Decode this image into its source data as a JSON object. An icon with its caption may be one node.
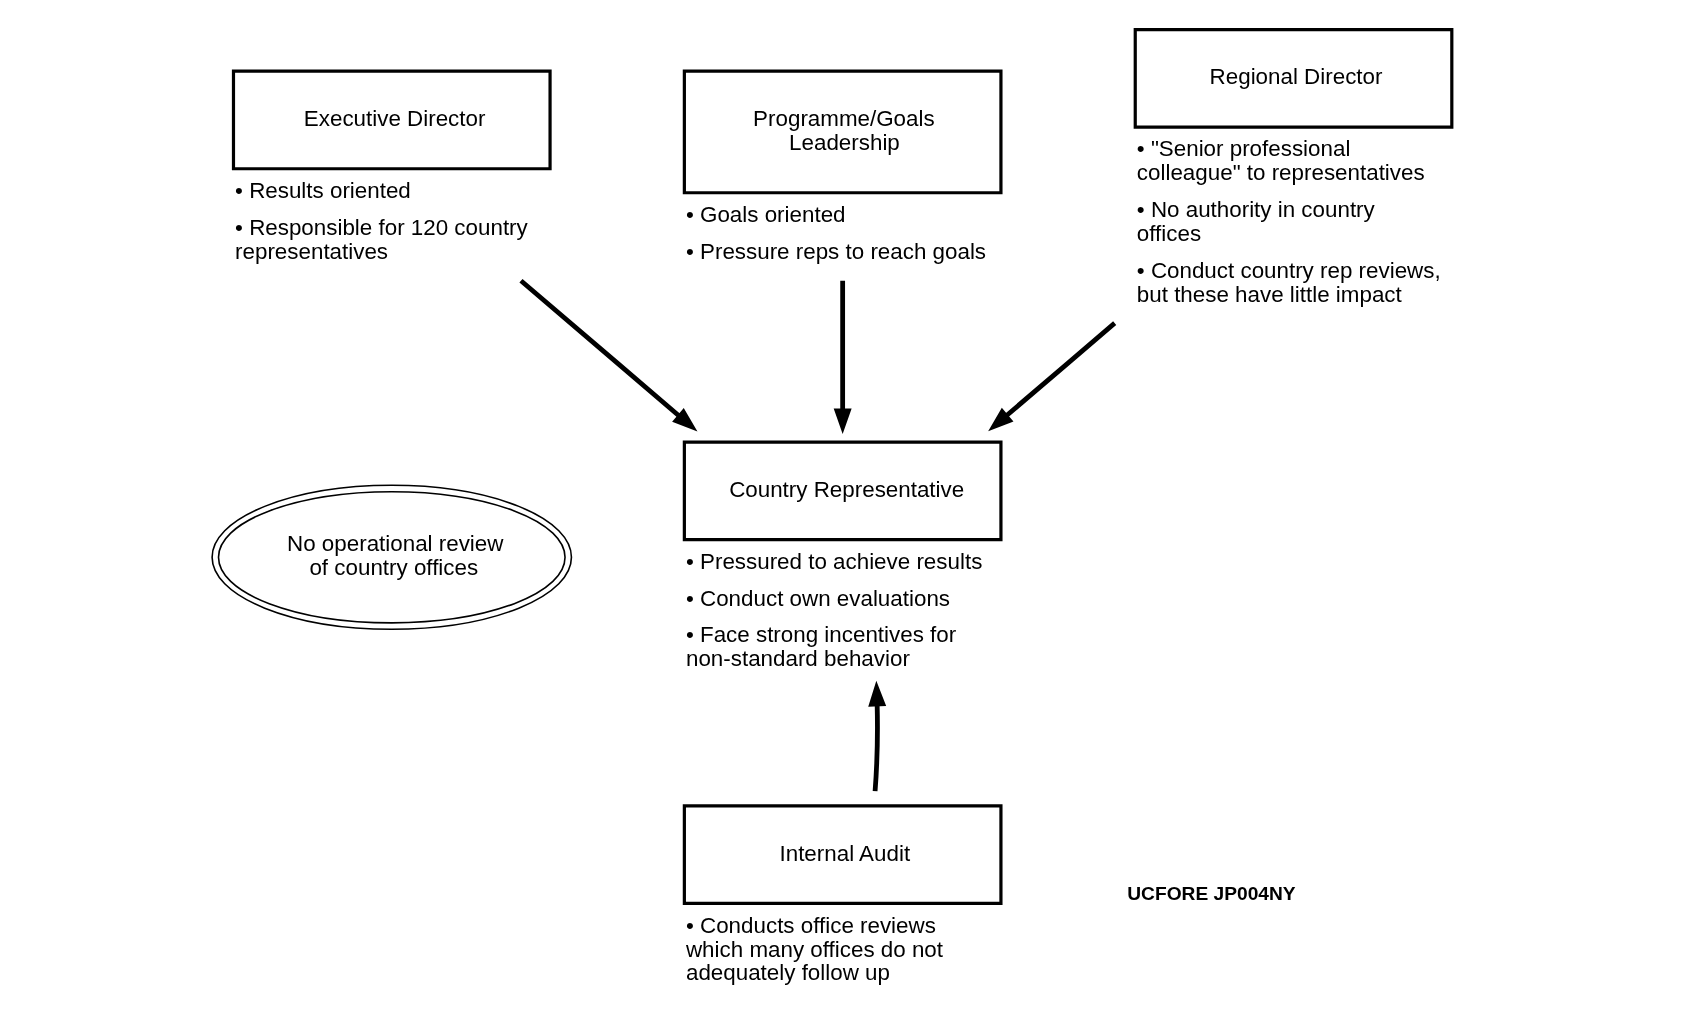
{
  "diagram": {
    "nodes": [
      {
        "text": [
          "Executive Director"
        ],
        "beside": [
          "• Results oriented",
          "• Responsible for 120 country representatives"
        ]
      },
      {
        "text": [
          "Programme/Goals Leadership"
        ],
        "beside": [
          "• Goals oriented",
          "• Pressure reps to reach goals"
        ]
      },
      {
        "text": [
          "Regional Director"
        ],
        "beside": [
          "• \"Senior professional colleague\" to representatives",
          "• No authority in country offices",
          "• Conduct country rep reviews, but these have little impact"
        ]
      },
      {
        "text": [
          "No operational review of country offices"
        ]
      },
      {
        "text": [
          "Country Representative"
        ],
        "beside": [
          "• Pressured to achieve results",
          "• Conduct own evaluations",
          "• Face strong incentives for non-standard behavior"
        ]
      },
      {
        "text": [
          "Internal Audit"
        ],
        "beside": [
          "• Conducts office reviews which many offices do not adequately follow up"
        ]
      }
    ],
    "edges": [
      {
        "from": 0,
        "to": 4,
        "arrow": "to"
      },
      {
        "from": 1,
        "to": 4,
        "arrow": "to"
      },
      {
        "from": 2,
        "to": 4,
        "arrow": "to"
      },
      {
        "from": 5,
        "to": 4,
        "arrow": "to"
      }
    ],
    "labels": [
      "UCFORE JP004NY"
    ]
  }
}
